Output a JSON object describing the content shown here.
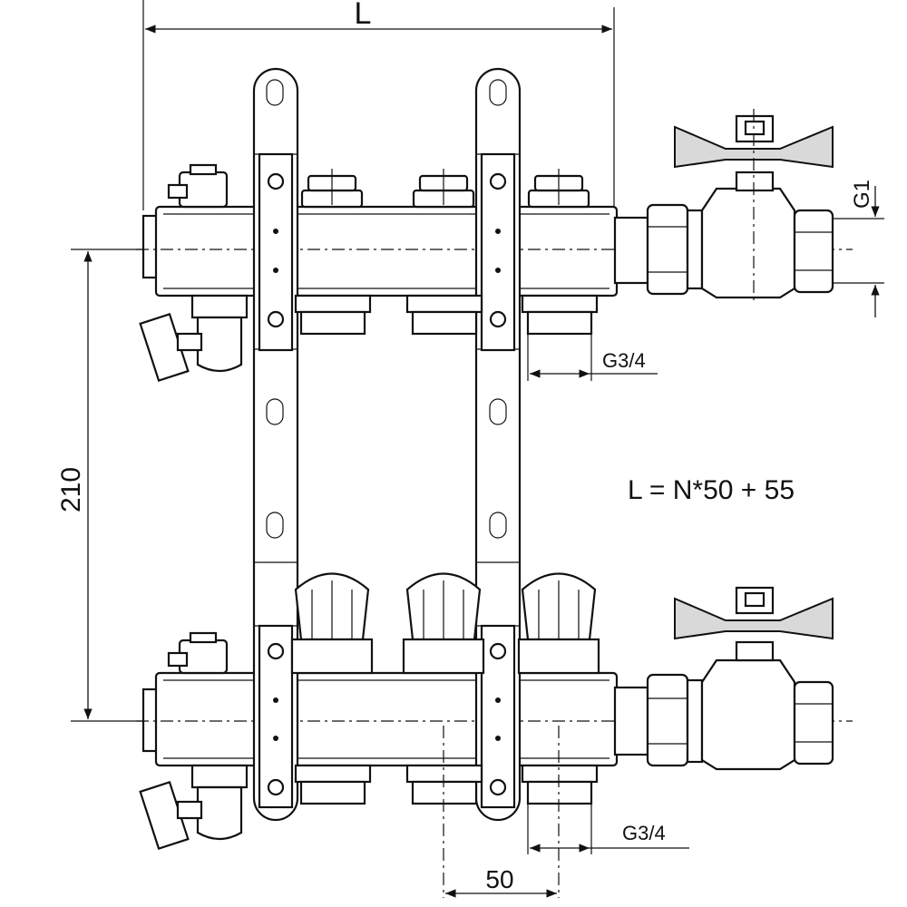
{
  "dimensions": {
    "length_label": "L",
    "height_label": "210",
    "thread_top": "G1",
    "thread_outlet_upper": "G3/4",
    "thread_outlet_lower": "G3/4",
    "spacing": "50"
  },
  "formula": "L = N*50 + 55"
}
